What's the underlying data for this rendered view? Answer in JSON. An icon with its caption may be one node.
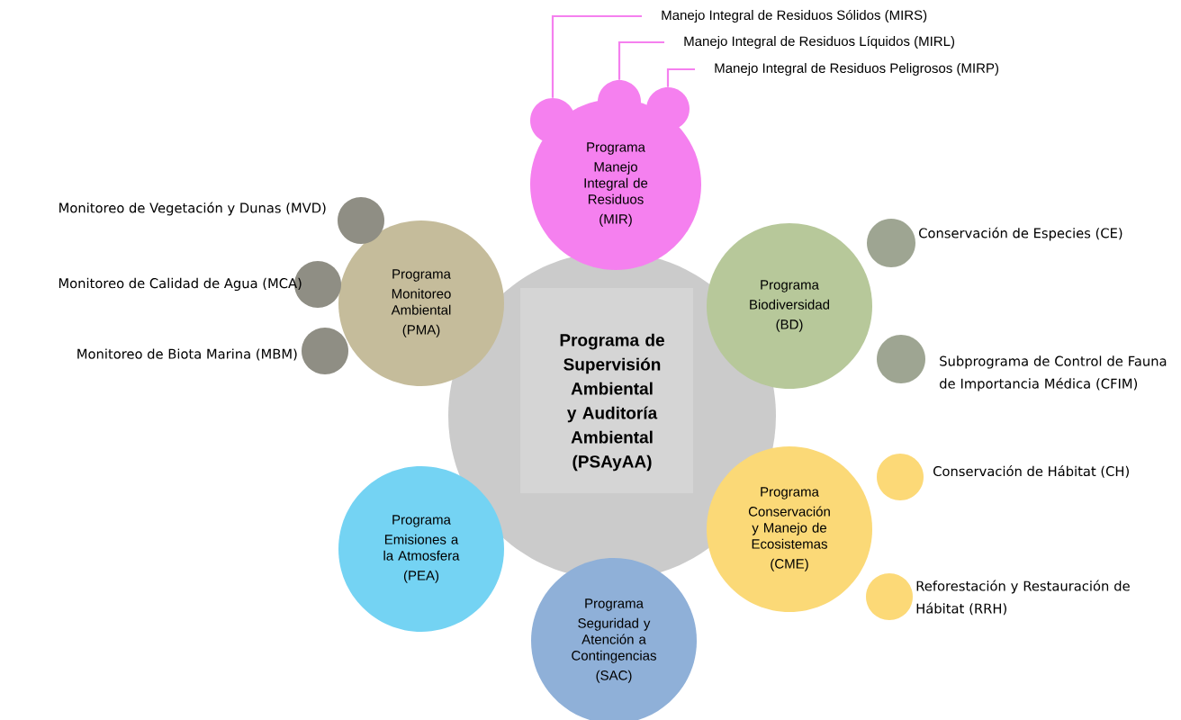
{
  "diagram": {
    "nodes": [
      {
        "text": [
          "Programa de Supervisión Ambiental y Auditoría Ambiental (PSAyAA)"
        ]
      },
      {
        "text": [
          "Programa",
          "Manejo Integral de Residuos",
          "(MIR)"
        ]
      },
      {
        "text": [
          "Programa",
          "Biodiversidad",
          "(BD)"
        ]
      },
      {
        "text": [
          "Programa",
          "Conservación y Manejo de Ecosistemas",
          "(CME)"
        ]
      },
      {
        "text": [
          "Programa",
          "Seguridad y Atención a Contingencias",
          "(SAC)"
        ]
      },
      {
        "text": [
          "Programa",
          "Emisiones a la Atmosfera",
          "(PEA)"
        ]
      },
      {
        "text": [
          "Programa",
          "Monitoreo Ambiental",
          "(PMA)"
        ]
      },
      {
        "text": [],
        "shape": "circle"
      },
      {
        "text": [],
        "shape": "circle"
      },
      {
        "text": [],
        "shape": "circle"
      },
      {
        "text": [
          "Manejo Integral de Residuos Sólidos (MIRS)"
        ]
      },
      {
        "text": [
          "Manejo Integral de Residuos Líquidos (MIRL)"
        ]
      },
      {
        "text": [
          "Manejo Integral de Residuos Peligrosos (MIRP)"
        ]
      },
      {
        "text": [],
        "shape": "circle",
        "beside": [
          "Conservación de Especies (CE)"
        ]
      },
      {
        "text": [],
        "shape": "circle",
        "beside": [
          "Subprograma de Control de Fauna de Importancia Médica (CFIM)"
        ]
      },
      {
        "text": [],
        "shape": "circle",
        "beside": [
          "Conservación de Hábitat (CH)"
        ]
      },
      {
        "text": [],
        "shape": "circle",
        "beside": [
          "Reforestación y Restauración de Hábitat (RRH)"
        ]
      },
      {
        "text": [],
        "shape": "circle",
        "beside": [
          "Monitoreo de Vegetación y Dunas (MVD)"
        ]
      },
      {
        "text": [],
        "shape": "circle",
        "beside": [
          "Monitoreo de Calidad de Agua (MCA)"
        ]
      },
      {
        "text": [],
        "shape": "circle",
        "beside": [
          "Monitoreo de Biota Marina (MBM)"
        ]
      }
    ],
    "edges": [
      {
        "from": 10,
        "to": 7,
        "arrow": "none"
      },
      {
        "from": 11,
        "to": 8,
        "arrow": "none"
      },
      {
        "from": 12,
        "to": 9,
        "arrow": "none"
      }
    ]
  }
}
